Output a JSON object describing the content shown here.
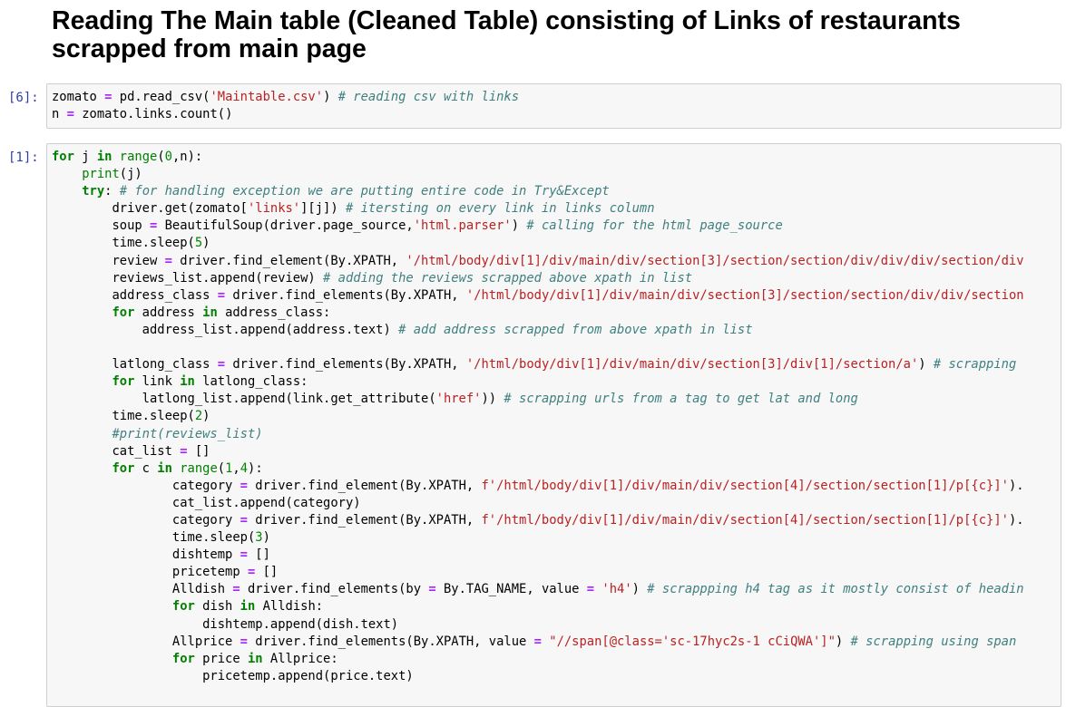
{
  "markdown": {
    "heading": "Reading The Main table (Cleaned Table) consisting of Links of restaurants scrapped from main page"
  },
  "cells": [
    {
      "prompt": "[6]:",
      "lines": [
        [
          [
            "t",
            "zomato "
          ],
          [
            "op",
            "="
          ],
          [
            "t",
            " pd.read_csv("
          ],
          [
            "str",
            "'Maintable.csv'"
          ],
          [
            "t",
            ") "
          ],
          [
            "com",
            "# reading csv with links"
          ]
        ],
        [
          [
            "t",
            "n "
          ],
          [
            "op",
            "="
          ],
          [
            "t",
            " zomato.links.count()"
          ]
        ]
      ]
    },
    {
      "prompt": "[1]:",
      "lines": [
        [
          [
            "kw",
            "for"
          ],
          [
            "t",
            " j "
          ],
          [
            "kw",
            "in"
          ],
          [
            "t",
            " "
          ],
          [
            "bi",
            "range"
          ],
          [
            "t",
            "("
          ],
          [
            "num",
            "0"
          ],
          [
            "t",
            ",n):"
          ]
        ],
        [
          [
            "t",
            "    "
          ],
          [
            "bi",
            "print"
          ],
          [
            "t",
            "(j)"
          ]
        ],
        [
          [
            "t",
            "    "
          ],
          [
            "kw",
            "try"
          ],
          [
            "t",
            ": "
          ],
          [
            "com",
            "# for handling exception we are putting entire code in Try&Except"
          ]
        ],
        [
          [
            "t",
            "        driver.get(zomato["
          ],
          [
            "str",
            "'links'"
          ],
          [
            "t",
            "][j]) "
          ],
          [
            "com",
            "# itersting on every link in links column"
          ]
        ],
        [
          [
            "t",
            "        soup "
          ],
          [
            "op",
            "="
          ],
          [
            "t",
            " BeautifulSoup(driver.page_source,"
          ],
          [
            "str",
            "'html.parser'"
          ],
          [
            "t",
            ") "
          ],
          [
            "com",
            "# calling for the html page_source"
          ]
        ],
        [
          [
            "t",
            "        time.sleep("
          ],
          [
            "num",
            "5"
          ],
          [
            "t",
            ")"
          ]
        ],
        [
          [
            "t",
            "        review "
          ],
          [
            "op",
            "="
          ],
          [
            "t",
            " driver.find_element(By.XPATH, "
          ],
          [
            "str",
            "'/html/body/div[1]/div/main/div/section[3]/section/section/div/div/div/section/div"
          ]
        ],
        [
          [
            "t",
            "        reviews_list.append(review) "
          ],
          [
            "com",
            "# adding the reviews scrapped above xpath in list"
          ]
        ],
        [
          [
            "t",
            "        address_class "
          ],
          [
            "op",
            "="
          ],
          [
            "t",
            " driver.find_elements(By.XPATH, "
          ],
          [
            "str",
            "'/html/body/div[1]/div/main/div/section[3]/section/section/div/div/section"
          ]
        ],
        [
          [
            "t",
            "        "
          ],
          [
            "kw",
            "for"
          ],
          [
            "t",
            " address "
          ],
          [
            "kw",
            "in"
          ],
          [
            "t",
            " address_class:"
          ]
        ],
        [
          [
            "t",
            "            address_list.append(address.text) "
          ],
          [
            "com",
            "# add address scrapped from above xpath in list"
          ]
        ],
        [
          [
            "t",
            ""
          ]
        ],
        [
          [
            "t",
            "        latlong_class "
          ],
          [
            "op",
            "="
          ],
          [
            "t",
            " driver.find_elements(By.XPATH, "
          ],
          [
            "str",
            "'/html/body/div[1]/div/main/div/section[3]/div[1]/section/a'"
          ],
          [
            "t",
            ") "
          ],
          [
            "com",
            "# scrapping"
          ]
        ],
        [
          [
            "t",
            "        "
          ],
          [
            "kw",
            "for"
          ],
          [
            "t",
            " link "
          ],
          [
            "kw",
            "in"
          ],
          [
            "t",
            " latlong_class:"
          ]
        ],
        [
          [
            "t",
            "            latlong_list.append(link.get_attribute("
          ],
          [
            "str",
            "'href'"
          ],
          [
            "t",
            ")) "
          ],
          [
            "com",
            "# scrapping urls from a tag to get lat and long"
          ]
        ],
        [
          [
            "t",
            "        time.sleep("
          ],
          [
            "num",
            "2"
          ],
          [
            "t",
            ")"
          ]
        ],
        [
          [
            "t",
            "        "
          ],
          [
            "com",
            "#print(reviews_list)"
          ]
        ],
        [
          [
            "t",
            "        cat_list "
          ],
          [
            "op",
            "="
          ],
          [
            "t",
            " []"
          ]
        ],
        [
          [
            "t",
            "        "
          ],
          [
            "kw",
            "for"
          ],
          [
            "t",
            " c "
          ],
          [
            "kw",
            "in"
          ],
          [
            "t",
            " "
          ],
          [
            "bi",
            "range"
          ],
          [
            "t",
            "("
          ],
          [
            "num",
            "1"
          ],
          [
            "t",
            ","
          ],
          [
            "num",
            "4"
          ],
          [
            "t",
            "):"
          ]
        ],
        [
          [
            "t",
            "                category "
          ],
          [
            "op",
            "="
          ],
          [
            "t",
            " driver.find_element(By.XPATH, "
          ],
          [
            "str",
            "f'/html/body/div[1]/div/main/div/section[4]/section/section[1]/p[{c}]'"
          ],
          [
            "t",
            ")."
          ]
        ],
        [
          [
            "t",
            "                cat_list.append(category)"
          ]
        ],
        [
          [
            "t",
            "                category "
          ],
          [
            "op",
            "="
          ],
          [
            "t",
            " driver.find_element(By.XPATH, "
          ],
          [
            "str",
            "f'/html/body/div[1]/div/main/div/section[4]/section/section[1]/p[{c}]'"
          ],
          [
            "t",
            ")."
          ]
        ],
        [
          [
            "t",
            "                time.sleep("
          ],
          [
            "num",
            "3"
          ],
          [
            "t",
            ")"
          ]
        ],
        [
          [
            "t",
            "                dishtemp "
          ],
          [
            "op",
            "="
          ],
          [
            "t",
            " []"
          ]
        ],
        [
          [
            "t",
            "                pricetemp "
          ],
          [
            "op",
            "="
          ],
          [
            "t",
            " []"
          ]
        ],
        [
          [
            "t",
            "                Alldish "
          ],
          [
            "op",
            "="
          ],
          [
            "t",
            " driver.find_elements(by "
          ],
          [
            "op",
            "="
          ],
          [
            "t",
            " By.TAG_NAME, value "
          ],
          [
            "op",
            "="
          ],
          [
            "t",
            " "
          ],
          [
            "str",
            "'h4'"
          ],
          [
            "t",
            ") "
          ],
          [
            "com",
            "# scrappping h4 tag as it mostly consist of headin"
          ]
        ],
        [
          [
            "t",
            "                "
          ],
          [
            "kw",
            "for"
          ],
          [
            "t",
            " dish "
          ],
          [
            "kw",
            "in"
          ],
          [
            "t",
            " Alldish:"
          ]
        ],
        [
          [
            "t",
            "                    dishtemp.append(dish.text)"
          ]
        ],
        [
          [
            "t",
            "                Allprice "
          ],
          [
            "op",
            "="
          ],
          [
            "t",
            " driver.find_elements(By.XPATH, value "
          ],
          [
            "op",
            "="
          ],
          [
            "t",
            " "
          ],
          [
            "str",
            "\"//span[@class='sc-17hyc2s-1 cCiQWA']\""
          ],
          [
            "t",
            ") "
          ],
          [
            "com",
            "# scrapping using span"
          ]
        ],
        [
          [
            "t",
            "                "
          ],
          [
            "kw",
            "for"
          ],
          [
            "t",
            " price "
          ],
          [
            "kw",
            "in"
          ],
          [
            "t",
            " Allprice:"
          ]
        ],
        [
          [
            "t",
            "                    pricetemp.append(price.text)"
          ]
        ]
      ]
    }
  ]
}
